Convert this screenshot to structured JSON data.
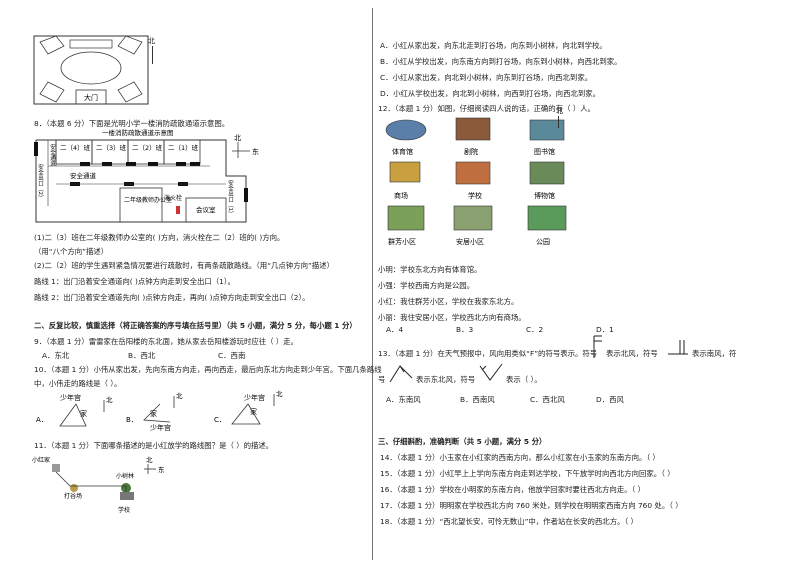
{
  "left": {
    "top_fig": {
      "gate_label": "大门",
      "north_label": "北"
    },
    "q8": {
      "stem": "8．（本题 6 分）下面是光明小学一楼消防疏散通道示意图。",
      "map": {
        "title": "一楼消防疏散通道示意图",
        "classes": [
          "二（4）班",
          "二（3）班",
          "二（2）班",
          "二（1）班"
        ],
        "corridor_top": "安全通道",
        "corridor_mid": "安全通道",
        "exit2": "安全出口（2）",
        "exit1": "安全出口（1）",
        "office": "二年级教师办公室",
        "extinguisher": "消火栓",
        "meeting": "会议室",
        "north": "北",
        "east": "东"
      },
      "p1": "(1)二（3）班在二年级教师办公室的(        )方向，消火栓在二（2）班的(        )方向。（用“八个方向”描述）",
      "p2": "(2)二（2）班的学生遇到紧急情况要进行疏散时，有两条疏散路线。（用“几点钟方向”描述）",
      "r1": "路线 1：出门沿着安全通道向(        )点钟方向走到安全出口（1）。",
      "r2": "路线 2：出门沿着安全通道先向(        )点钟方向走，再向(        )点钟方向走到安全出口（2）。"
    },
    "sec2": "二、反复比较，慎重选择（将正确答案的序号填在括号里）（共 5 小题，满分 5 分，每小题 1 分）",
    "q9": {
      "stem": "9．（本题 1 分）雷雷家在岳阳楼的东北面，她从家去岳阳楼游玩时应往（        ）走。",
      "options": [
        "A．东北",
        "B．西北",
        "C．西南"
      ]
    },
    "q10": {
      "stem": "10．（本题 1 分）小伟从家出发，先向东南方向走，再向西走，最后向东北方向走到少年宫。下面几条路线",
      "stem2": "中，小伟走的路线是（        ）。",
      "figs": [
        {
          "letter": "A．",
          "palace": "少年宫",
          "home": "家",
          "north": "北"
        },
        {
          "letter": "B．",
          "palace": "少年宫",
          "home": "家",
          "north": "北"
        },
        {
          "letter": "C．",
          "palace": "少年宫",
          "home": "家",
          "north": "北"
        }
      ]
    },
    "q11": {
      "stem": "11．（本题 1 分）下面哪条描述的是小红放学的路线图？是（        ）的描述。",
      "map": {
        "home": "小红家",
        "grain": "打谷场",
        "woods": "小树林",
        "school": "学校",
        "north": "北",
        "east": "东"
      }
    }
  },
  "right": {
    "q11_options": [
      "A．小红从家出发，向东北走到打谷场，向东到小树林，向北到学校。",
      "B．小红从学校出发，向东南方向到打谷场，向东到小树林，向西北到家。",
      "C．小红从家出发，向北到小树林，向东到打谷场，向西北到家。",
      "D．小红从学校出发，向北到小树林，向西到打谷场，向西北到家。"
    ],
    "q12": {
      "stem": "12．（本题 1 分）如图，仔细阅读四人说的话，正确的有（        ）人。",
      "north": "北",
      "buildings": [
        "体育馆",
        "剧院",
        "图书馆",
        "商场",
        "学校",
        "博物馆",
        "群芳小区",
        "安居小区",
        "公园"
      ],
      "statements": [
        "小明：学校东北方向有体育馆。",
        "小强：学校西南方向是公园。",
        "小红：我住群芳小区，学校在我家东北方。",
        "小丽：我住安居小区，学校西北方向有商场。"
      ],
      "options": [
        "A．4",
        "B．3",
        "C．2",
        "D．1"
      ]
    },
    "q13": {
      "stem_a": "13．（本题 1 分）在天气预报中，风向用类似“F”的符号表示。符号",
      "stem_b": "表示北风，符号",
      "stem_c": "表示南风，符",
      "stem_d": "号",
      "stem_e": "表示东北风，符号",
      "stem_f": "表示（        ）。",
      "options": [
        "A．东南风",
        "B．西南风",
        "C．西北风",
        "D．西风"
      ]
    },
    "sec3": "三、仔细斟酌，准确判断（共 5 小题，满分 5 分）",
    "judgments": [
      "14．（本题 1 分）小玉家在小红家的西南方向，那么小红家在小玉家的东南方向。（        ）",
      "15．（本题 1 分）小红早上上学向东南方向走到达学校，下午放学时向西北方向回家。（        ）",
      "16．（本题 1 分）学校在小明家的东南方向，他放学回家时要往西北方向走。（        ）",
      "17．（本题 1 分）明明家在学校西北方向 760 米处，则学校在明明家西南方向 760 处。（        ）",
      "18．（本题 1 分）“西北望长安，可怜无数山”中，作者站在长安的西北方。（        ）"
    ]
  }
}
